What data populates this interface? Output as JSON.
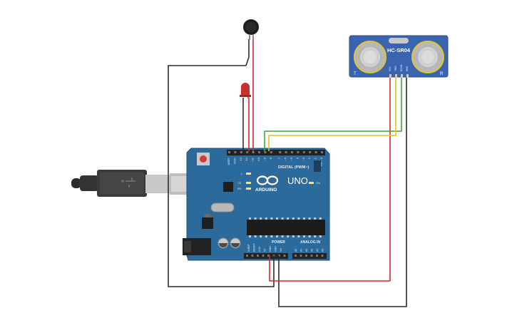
{
  "board": {
    "brand_label": "ARDUINO",
    "model_label": "UNO",
    "digital_header_label": "DIGITAL (PWM~)",
    "power_header_label": "POWER",
    "analog_header_label": "ANALOG IN",
    "led_l_label": "L",
    "led_tx_label": "TX",
    "led_rx_label": "RX",
    "led_on_label": "ON",
    "top_pin_labels": [
      "AREF",
      "GND",
      "13",
      "12",
      "~11",
      "~10",
      "~9",
      "8",
      "7",
      "~6",
      "~5",
      "4",
      "~3",
      "2",
      "TX→1",
      "RX←0"
    ],
    "power_pin_labels": [
      "IOREF",
      "RESET",
      "3.3V",
      "5V",
      "GND",
      "GND",
      "Vin"
    ],
    "analog_pin_labels": [
      "A0",
      "A1",
      "A2",
      "A3",
      "A4",
      "A5"
    ]
  },
  "sensor": {
    "model_label": "HC-SR04",
    "left_label": "T",
    "right_label": "R",
    "pin_labels": [
      "VCC",
      "TRIG",
      "ECHO",
      "GND"
    ]
  },
  "colors": {
    "board_blue": "#2b6a9a",
    "wire_red": "#d42b2b",
    "wire_black": "#2b2b2b",
    "wire_green": "#3aa63a",
    "wire_yellow": "#e0c41e",
    "sensor_blue": "#3b64b0"
  }
}
